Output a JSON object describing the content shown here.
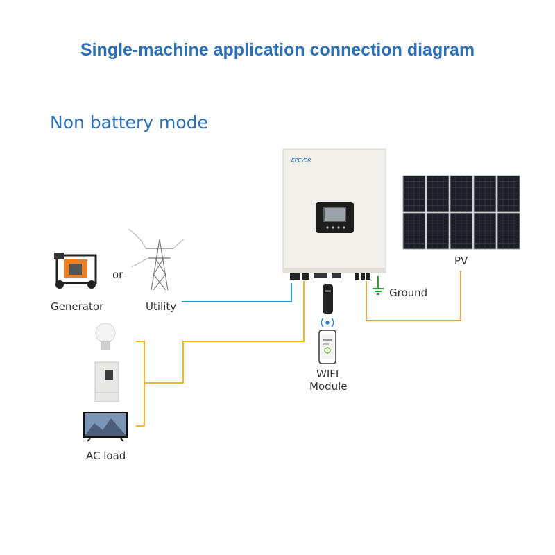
{
  "title": "Single-machine application connection diagram",
  "subtitle": "Non battery mode",
  "labels": {
    "generator": "Generator",
    "or": "or",
    "utility": "Utility",
    "ground": "Ground",
    "pv": "PV",
    "wifi_line1": "WIFI",
    "wifi_line2": "Module",
    "ac_load": "AC load"
  },
  "colors": {
    "title": "#2b6fb6",
    "utility_line": "#2a9fd6",
    "load_line": "#f2b820",
    "pv_line": "#e0a44c",
    "ground": "#2f9a3a",
    "wifi_signal": "#2b7fd4"
  },
  "icons": {
    "generator": "generator-icon",
    "utility": "power-pylon-icon",
    "inverter": "inverter-icon",
    "solar": "solar-panel-icon",
    "wifi_dongle": "wifi-dongle-icon",
    "phone": "smartphone-icon",
    "bulb": "light-bulb-icon",
    "fridge": "refrigerator-icon",
    "tv": "television-icon"
  }
}
